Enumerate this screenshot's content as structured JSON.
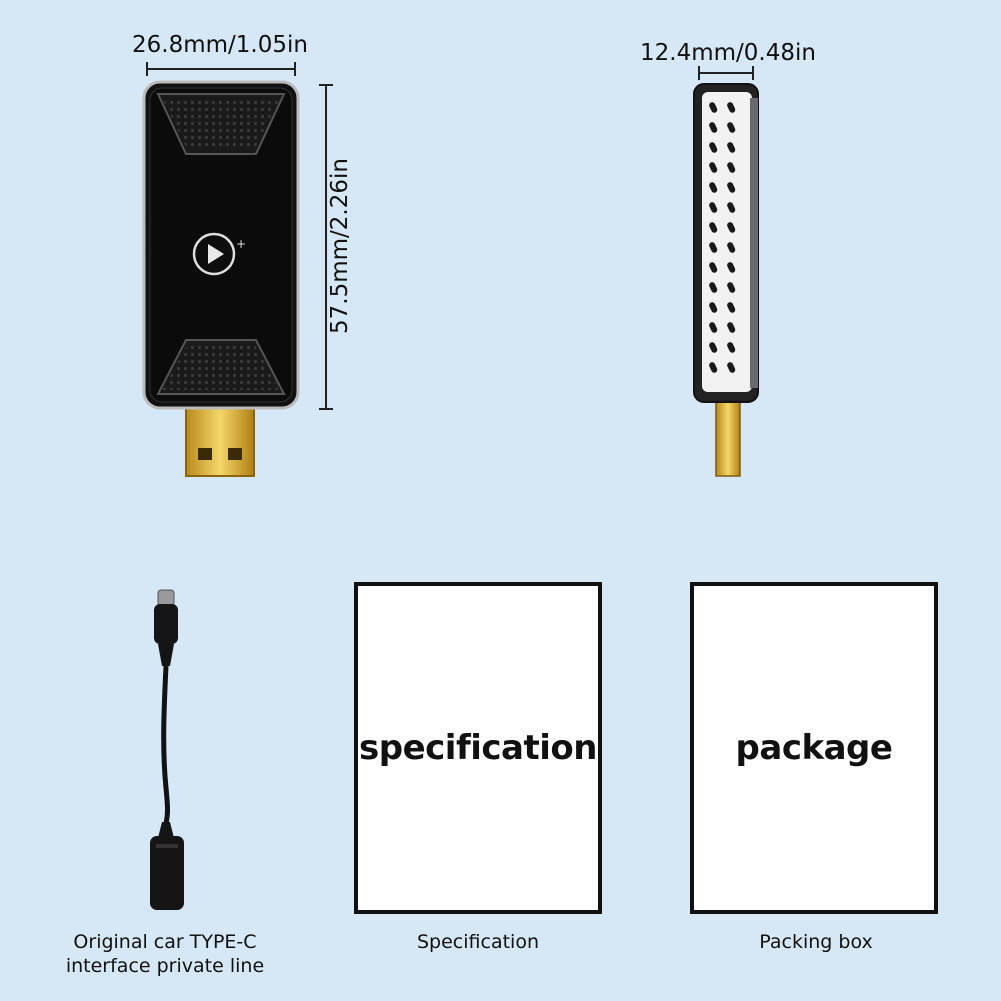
{
  "dimensions": {
    "width": "26.8mm/1.05in",
    "height": "57.5mm/2.26in",
    "thickness": "12.4mm/0.48in"
  },
  "device_front": {
    "logo": "play-plus-icon"
  },
  "cards": [
    {
      "title": "specification",
      "caption": "Specification"
    },
    {
      "title": "package",
      "caption": "Packing box"
    }
  ],
  "cable": {
    "caption_line1": "Original car TYPE-C",
    "caption_line2": "interface private line"
  }
}
